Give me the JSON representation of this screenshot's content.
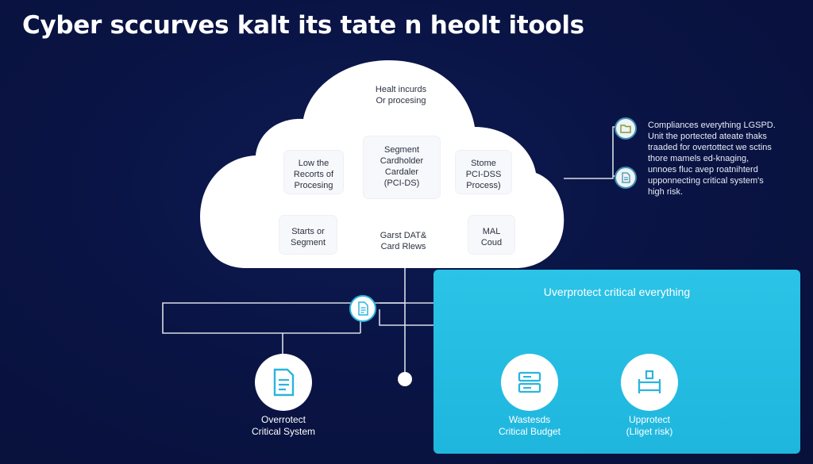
{
  "title": "Cyber sccurves kalt its tate n heolt itools",
  "cloud": {
    "top_label": [
      "Healt incurds",
      "Or procesing"
    ],
    "cells": [
      {
        "lines": [
          "Low the",
          "Recorts of",
          "Procesing"
        ]
      },
      {
        "lines": [
          "Segment",
          "Cardholder",
          "Cardaler",
          "(PCI-DS)"
        ]
      },
      {
        "lines": [
          "Stome",
          "PCI-DSS",
          "Process)"
        ]
      },
      {
        "lines": [
          "Starts or",
          "Segment"
        ]
      },
      {
        "lines": [
          "Garst DAT&",
          "Card Rlews"
        ]
      },
      {
        "lines": [
          "MAL",
          "Coud"
        ]
      }
    ]
  },
  "side_note": {
    "lines": [
      "Compliances everything LGSPD.",
      "Unit the portected ateate thaks",
      "traaded for overtottect we sctins",
      "thore mamels ed-knaging,",
      "unnoes fluc avep roatnihterd",
      "upponnecting critical system's",
      "high risk."
    ]
  },
  "left_node": {
    "label": [
      "Overrotect",
      "Critical System"
    ]
  },
  "panel": {
    "title": "Uverprotect critical everything",
    "nodes": [
      {
        "label": [
          "Wastesds",
          "Critical Budget"
        ]
      },
      {
        "label": [
          "Upprotect",
          "(Lliget risk)"
        ]
      }
    ]
  },
  "colors": {
    "background": "#0a1445",
    "panel": "#22b9e0",
    "accent": "#2bb4de",
    "connector": "#d7dde6"
  },
  "icons": [
    "document-icon",
    "document-icon",
    "document-icon",
    "file-icon",
    "server-icon",
    "gateway-icon"
  ]
}
